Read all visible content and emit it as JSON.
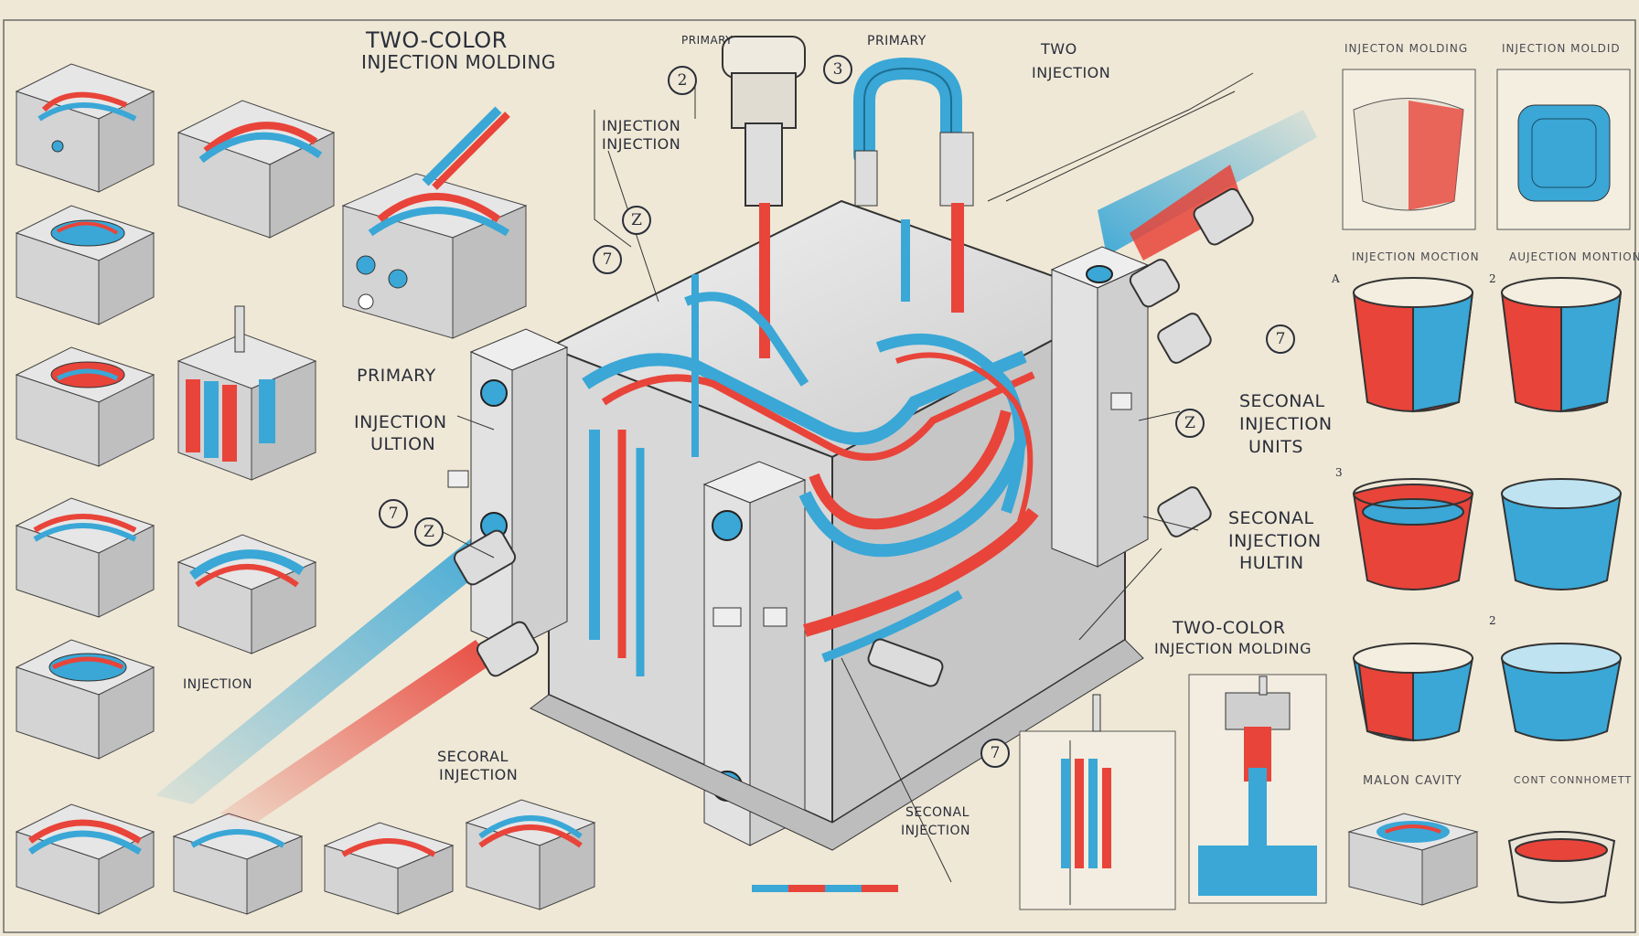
{
  "labels": {
    "title_main_1": "TWO-COLOR",
    "title_main_2": "INJECTION MOLDING",
    "primary_top_1": "PRIMARY",
    "injection_top_1": "INJECTION",
    "injection_top_2": "INJECTION",
    "primary_top_2": "PRIMARY",
    "two_top_1": "TWO",
    "two_top_2": "INJECTION",
    "primary_left_1": "PRIMARY",
    "primary_left_2": "INJECTION",
    "primary_left_3": "ULTION",
    "seconal_right_1": "SECONAL",
    "seconal_right_2": "INJECTION",
    "seconal_right_3": "UNITS",
    "seconal_right_4": "SECONAL",
    "seconal_right_5": "INJECTION",
    "seconal_right_6": "HULTIN",
    "title_right_1": "TWO-COLOR",
    "title_right_2": "INJECTION MOLDING",
    "injection_left": "INJECTION",
    "seconal_bottom_1": "SECORAL",
    "seconal_bottom_2": "INJECTION",
    "seconal_bottom_3": "SECONAL",
    "seconal_bottom_4": "INJECTION",
    "panel_top_left": "INJECTON MOLDING",
    "panel_top_right": "INJECTION MOLDID",
    "panel_mid_left": "INJECTION MOCTION",
    "panel_mid_right": "AUJECTION MONTION",
    "cap_mold_cavity": "MALON CAVITY",
    "cap_cont": "CONT CONNHOMETT"
  },
  "markers": {
    "m1": "2",
    "m2": "3",
    "m3": "Z",
    "m4": "7",
    "m5": "7",
    "m6": "Z",
    "m7": "7",
    "m8": "Z",
    "m9": "7",
    "m10": "A",
    "m11": "2",
    "m12": "3",
    "m13": "2"
  },
  "colors": {
    "primary_material": "#e8443a",
    "secondary_material": "#3aa7d6",
    "paper": "#efe8d6",
    "ink": "#2a2e3a",
    "metal": "#dcdcdc"
  }
}
